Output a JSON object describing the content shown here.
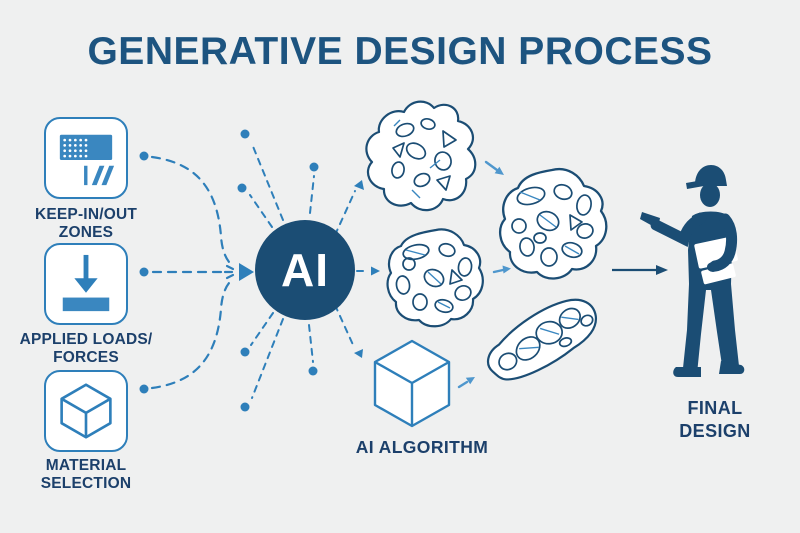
{
  "title": "GENERATIVE DESIGN PROCESS",
  "inputs": {
    "items": [
      {
        "label": "KEEP-IN/OUT\nZONES",
        "icon": "keep-in-out-zones-icon"
      },
      {
        "label": "APPLIED LOADS/\nFORCES",
        "icon": "applied-loads-icon"
      },
      {
        "label": "MATERIAL\nSELECTION",
        "icon": "material-cube-icon"
      }
    ]
  },
  "ai_node": {
    "label": "AI"
  },
  "algorithm": {
    "label": "AI ALGORITHM",
    "icon": "cube-wireframe-icon"
  },
  "final_design": {
    "label": "FINAL\nDESIGN",
    "icon": "engineer-silhouette"
  },
  "colors": {
    "background": "#eff0f0",
    "navy": "#1b4d74",
    "title_navy": "#1d5480",
    "blue": "#2e7fba",
    "light_blue": "#4f97cd",
    "label_text": "#1c406b",
    "white": "#ffffff"
  }
}
